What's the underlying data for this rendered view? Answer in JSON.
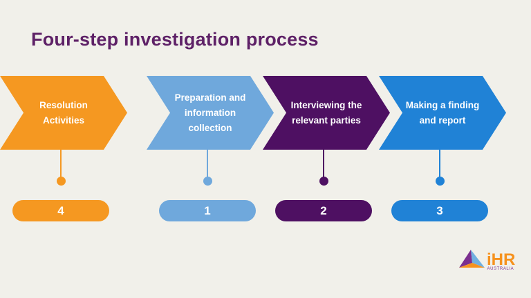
{
  "slide": {
    "title": "Four-step investigation process",
    "background_color": "#F1F0EA",
    "title_color": "#5E2167"
  },
  "steps": [
    {
      "number": "1",
      "label": "Preparation and information collection",
      "color": "#6FA8DC"
    },
    {
      "number": "2",
      "label": "Interviewing the relevant parties",
      "color": "#4E1062"
    },
    {
      "number": "3",
      "label": "Making a finding and report",
      "color": "#2082D6"
    },
    {
      "number": "4",
      "label": "Resolution Activities",
      "color": "#F59821"
    }
  ],
  "logo": {
    "brand": "iHR",
    "country": "AUSTRALIA",
    "brand_color": "#F6921E",
    "country_color": "#7B2F8F",
    "triangle_colors": {
      "left": "#7B2F8F",
      "right": "#6FAFE0",
      "bottom": "#F6921E"
    }
  }
}
